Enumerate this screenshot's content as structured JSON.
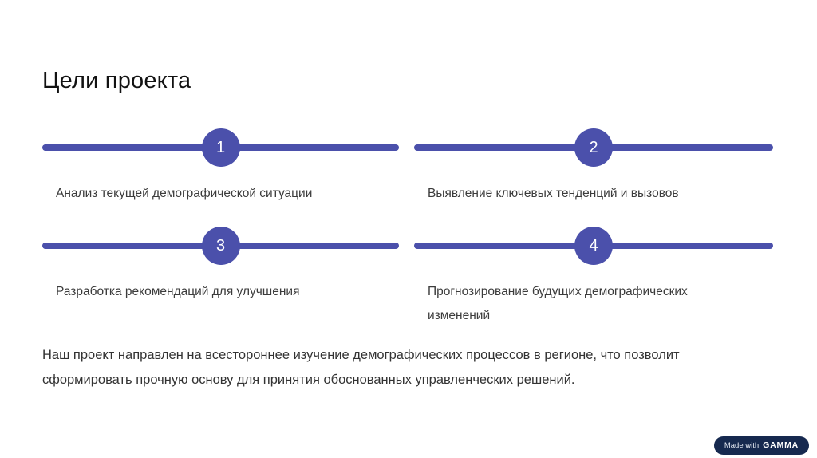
{
  "slide": {
    "title": "Цели проекта",
    "goals": [
      {
        "number": "1",
        "label": "Анализ текущей демографической ситуации"
      },
      {
        "number": "2",
        "label": "Выявление ключевых тенденций и вызовов"
      },
      {
        "number": "3",
        "label": "Разработка рекомендаций для улучшения"
      },
      {
        "number": "4",
        "label": "Прогнозирование будущих демографических изменений"
      }
    ],
    "summary": "Наш проект направлен на всестороннее изучение демографических процессов в регионе, что позволит сформировать прочную основу для принятия обоснованных управленческих решений.",
    "colors": {
      "accent": "#4B50AB",
      "badge_background": "#16294F"
    },
    "badge": {
      "prefix": "Made with",
      "brand": "GAMMA"
    }
  }
}
